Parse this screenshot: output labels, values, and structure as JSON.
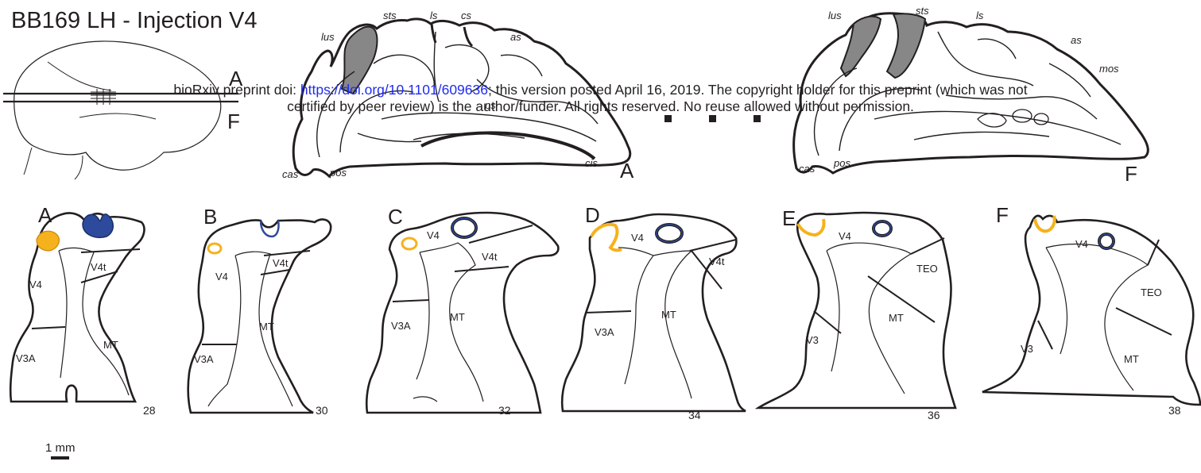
{
  "title": "BB169 LH - Injection V4",
  "notice": {
    "prefix": "bioRxiv preprint doi: ",
    "doi": "https://doi.org/10.1101/609636",
    "rest": "; this version posted April 16, 2019. The copyright holder for this preprint (which was not",
    "line2": "certified by peer review) is the author/funder. All rights reserved. No reuse allowed without permission."
  },
  "brain_sketch": {
    "label_top": "A",
    "label_bottom": "F"
  },
  "sagittal_a": {
    "sulci": [
      "lus",
      "sts",
      "ls",
      "cs",
      "as",
      "cas",
      "pos",
      "cis",
      "ps"
    ],
    "panel_label": "A"
  },
  "sagittal_f": {
    "sulci": [
      "lus",
      "sts",
      "ls",
      "as",
      "mos",
      "cas",
      "pos"
    ],
    "panel_label": "F"
  },
  "sections": [
    {
      "panel_label": "A",
      "areas": [
        "V4t",
        "V4",
        "MT",
        "V3A"
      ],
      "number": "28"
    },
    {
      "panel_label": "B",
      "areas": [
        "V4t",
        "V4",
        "MT",
        "V3A"
      ],
      "number": "30"
    },
    {
      "panel_label": "C",
      "areas": [
        "V4",
        "V4t",
        "MT",
        "V3A"
      ],
      "number": "32"
    },
    {
      "panel_label": "D",
      "areas": [
        "V4",
        "V4t",
        "MT",
        "V3A"
      ],
      "number": "34"
    },
    {
      "panel_label": "E",
      "areas": [
        "V4",
        "TEO",
        "MT",
        "V3"
      ],
      "number": "36"
    },
    {
      "panel_label": "F",
      "areas": [
        "V4",
        "TEO",
        "MT",
        "V3"
      ],
      "number": "38"
    }
  ],
  "scale_bar": {
    "label": "1 mm"
  },
  "colors": {
    "injection_blue": "#2e4a9c",
    "tracer_orange": "#f6b21c",
    "shaded_area": "#878787",
    "outline": "#231f20"
  }
}
